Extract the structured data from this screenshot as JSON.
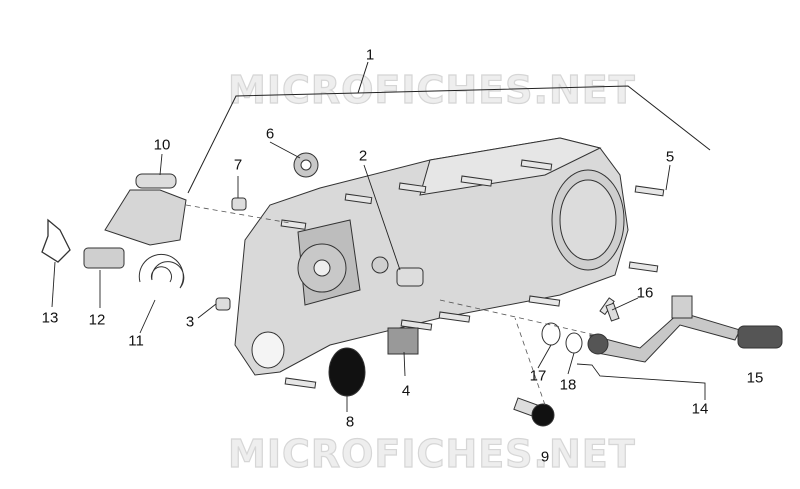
{
  "watermark": "MICROFICHES.NET",
  "callouts": {
    "c1": "1",
    "c2": "2",
    "c3": "3",
    "c4": "4",
    "c5": "5",
    "c6": "6",
    "c7": "7",
    "c8": "8",
    "c9": "9",
    "c10": "10",
    "c11": "11",
    "c12": "12",
    "c13": "13",
    "c14": "14",
    "c15": "15",
    "c16": "16",
    "c17": "17",
    "c18": "18"
  },
  "colors": {
    "line": "#222222",
    "part_fill": "#d9d9d9",
    "part_shade": "#b8b8b8",
    "cap": "#111111"
  }
}
